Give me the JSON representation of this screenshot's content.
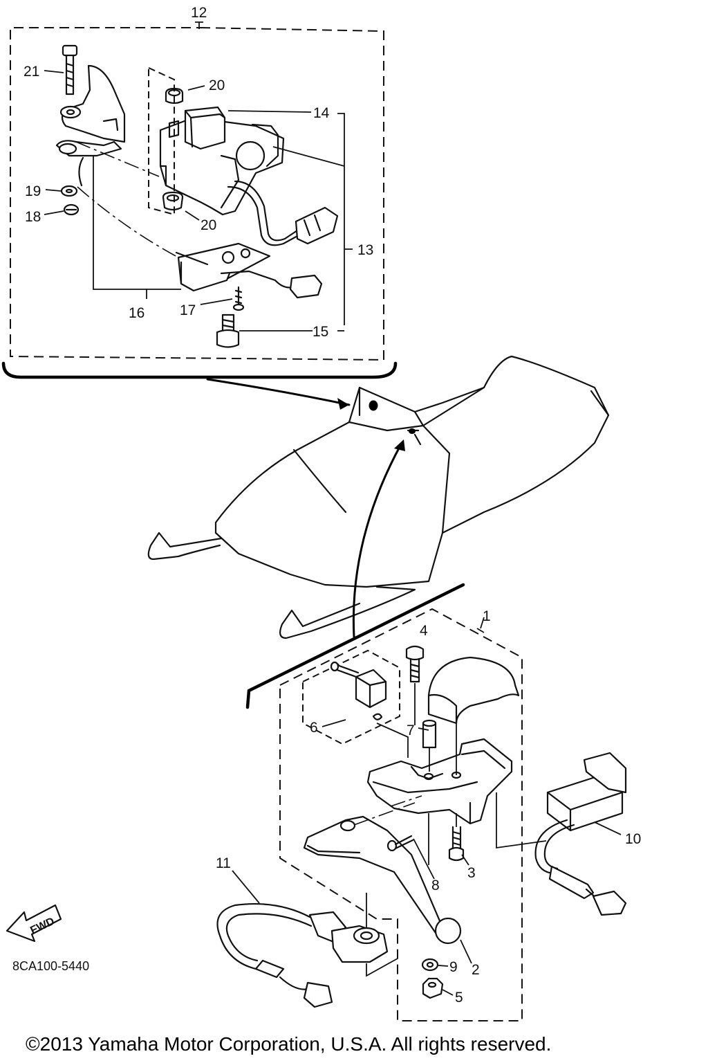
{
  "diagram": {
    "callouts": [
      {
        "id": "1",
        "label": "1"
      },
      {
        "id": "2",
        "label": "2"
      },
      {
        "id": "3",
        "label": "3"
      },
      {
        "id": "4",
        "label": "4"
      },
      {
        "id": "5",
        "label": "5"
      },
      {
        "id": "6",
        "label": "6"
      },
      {
        "id": "7",
        "label": "7"
      },
      {
        "id": "8",
        "label": "8"
      },
      {
        "id": "9",
        "label": "9"
      },
      {
        "id": "10",
        "label": "10"
      },
      {
        "id": "11",
        "label": "11"
      },
      {
        "id": "12",
        "label": "12"
      },
      {
        "id": "13",
        "label": "13"
      },
      {
        "id": "14",
        "label": "14"
      },
      {
        "id": "15",
        "label": "15"
      },
      {
        "id": "16",
        "label": "16"
      },
      {
        "id": "17",
        "label": "17"
      },
      {
        "id": "18",
        "label": "18"
      },
      {
        "id": "19",
        "label": "19"
      },
      {
        "id": "20a",
        "label": "20"
      },
      {
        "id": "20b",
        "label": "20"
      },
      {
        "id": "21",
        "label": "21"
      }
    ],
    "direction_arrow_label": "FWD",
    "diagram_code": "8CA100-5440",
    "copyright": "©2013 Yamaha Motor Corporation, U.S.A. All rights reserved."
  }
}
